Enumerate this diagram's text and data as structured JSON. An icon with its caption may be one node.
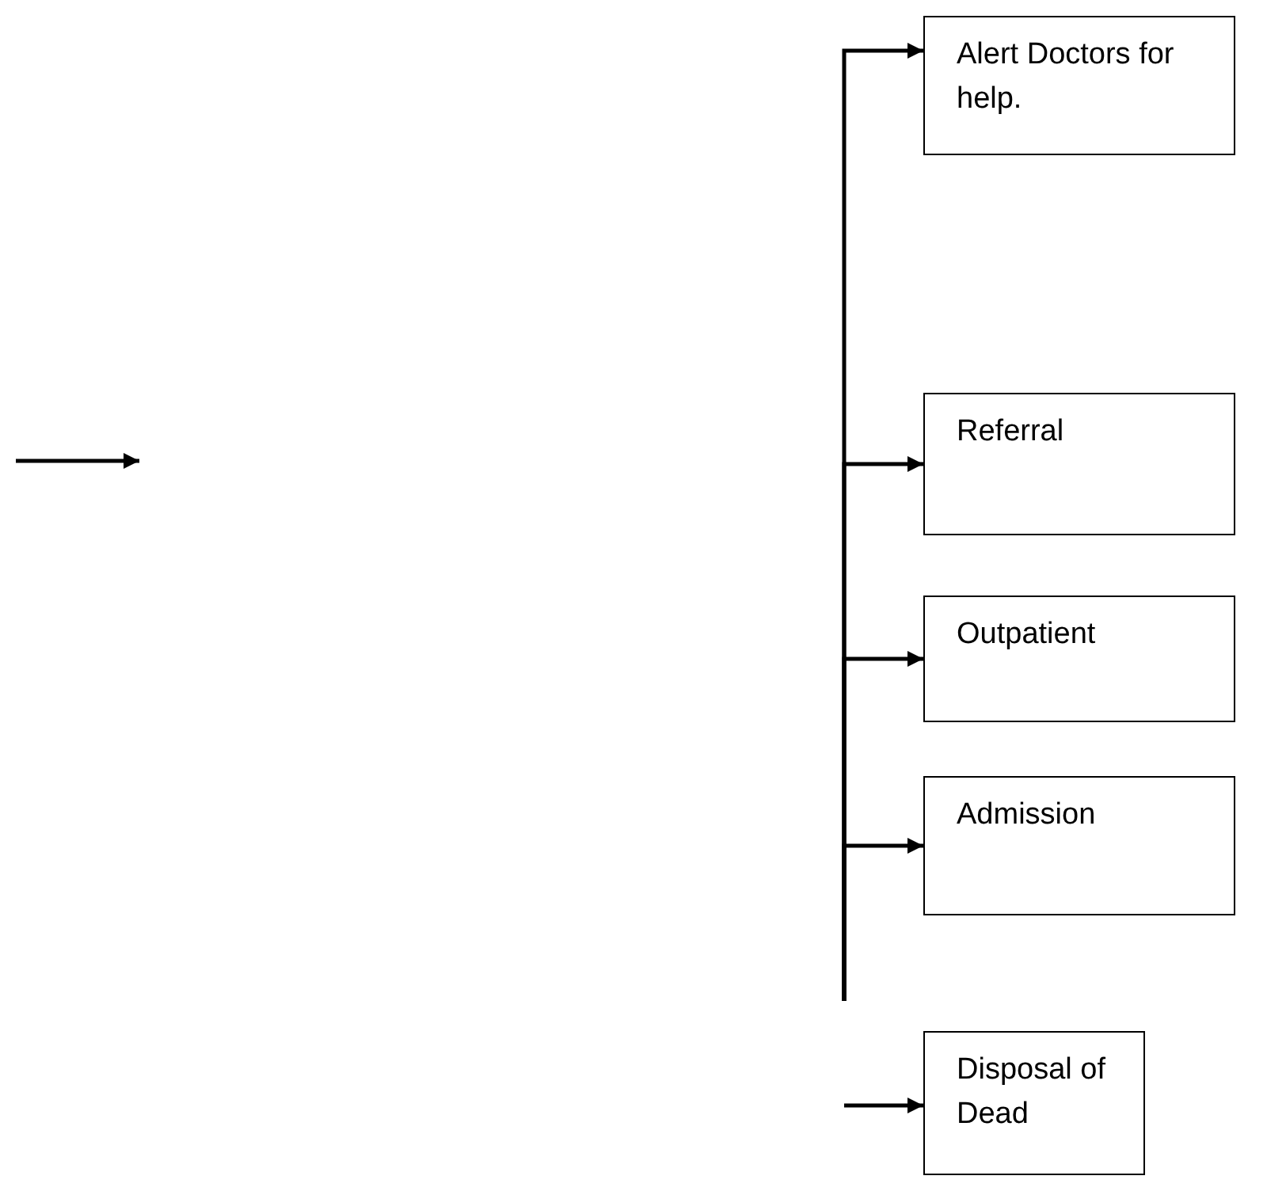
{
  "diagram": {
    "nodes": [
      {
        "text": [
          "Alert Doctors for help."
        ]
      },
      {
        "text": [
          "Referral"
        ]
      },
      {
        "text": [
          "Outpatient"
        ]
      },
      {
        "text": [
          "Admission"
        ]
      },
      {
        "text": [
          "Disposal of Dead"
        ]
      }
    ],
    "edges": [
      {
        "from": null,
        "to": 0,
        "arrow": "to"
      },
      {
        "from": null,
        "to": 1,
        "arrow": "to"
      },
      {
        "from": null,
        "to": 2,
        "arrow": "to"
      },
      {
        "from": null,
        "to": 3,
        "arrow": "to"
      },
      {
        "from": null,
        "to": 4,
        "arrow": "to"
      }
    ]
  }
}
